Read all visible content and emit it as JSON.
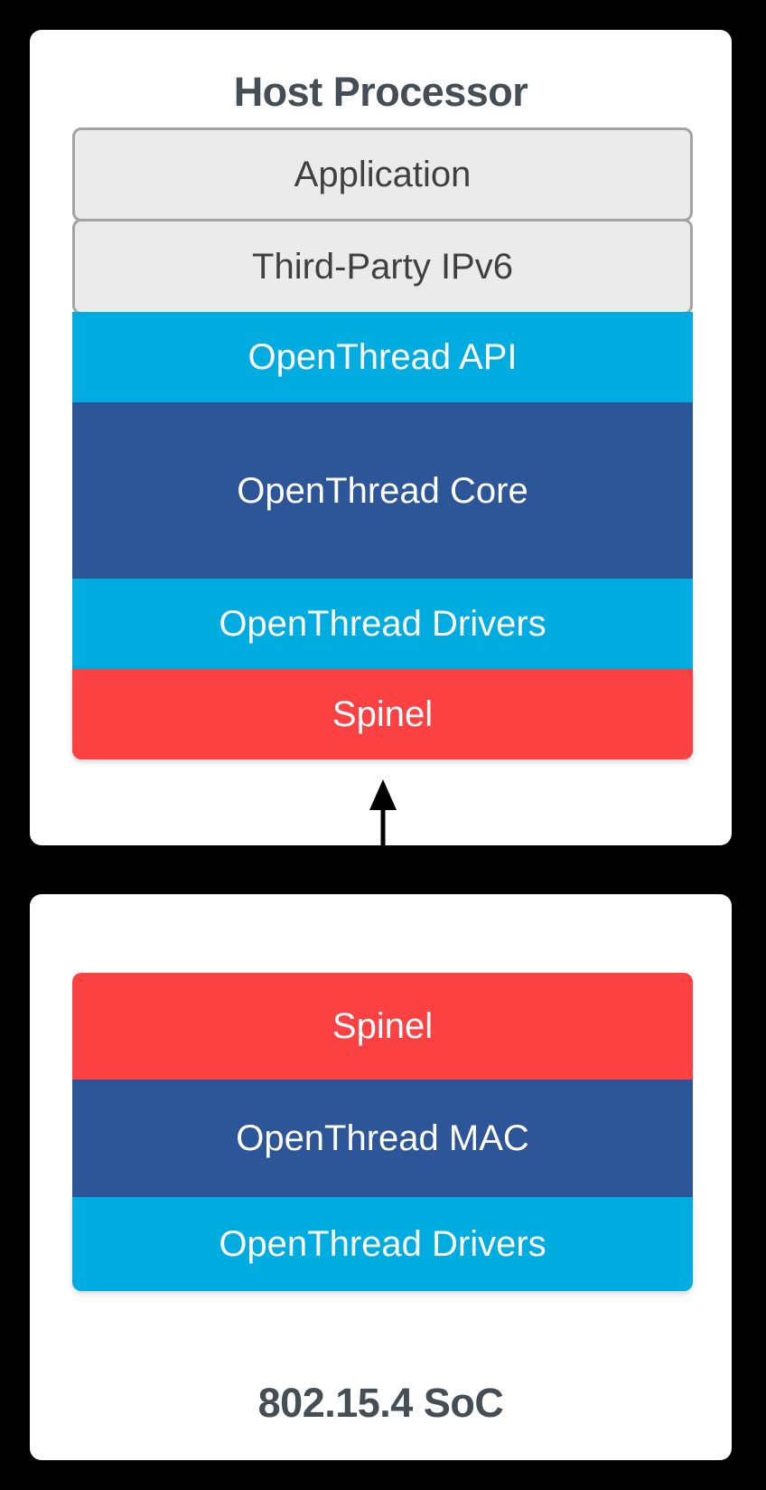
{
  "diagram": {
    "type": "layered-architecture-stack",
    "background_color": "#000000",
    "panels": [
      {
        "id": "host",
        "title": "Host Processor",
        "title_position": "top",
        "layers": [
          {
            "label": "Application",
            "style": "grey",
            "fill": "#ebebeb",
            "border": "#a3a3a3",
            "text_color": "#404040"
          },
          {
            "label": "Third-Party IPv6",
            "style": "grey",
            "fill": "#ebebeb",
            "border": "#a3a3a3",
            "text_color": "#404040"
          },
          {
            "label": "OpenThread API",
            "style": "cyan",
            "fill": "#00ace0",
            "text_color": "#ffffff"
          },
          {
            "label": "OpenThread Core",
            "style": "navy",
            "fill": "#2d5699",
            "text_color": "#ffffff"
          },
          {
            "label": "OpenThread Drivers",
            "style": "cyan",
            "fill": "#00ace0",
            "text_color": "#ffffff"
          },
          {
            "label": "Spinel",
            "style": "red",
            "fill": "#fb4141",
            "text_color": "#ffffff"
          }
        ]
      },
      {
        "id": "soc",
        "title": "802.15.4 SoC",
        "title_position": "bottom",
        "layers": [
          {
            "label": "Spinel",
            "style": "red",
            "fill": "#fb4141",
            "text_color": "#ffffff"
          },
          {
            "label": "OpenThread MAC",
            "style": "navy",
            "fill": "#2d5699",
            "text_color": "#ffffff"
          },
          {
            "label": "OpenThread Drivers",
            "style": "cyan",
            "fill": "#00ace0",
            "text_color": "#ffffff"
          }
        ]
      }
    ],
    "connector": {
      "name": "spinel-link",
      "kind": "double-headed-arrow",
      "color": "#000000",
      "from": "Spinel",
      "to": "Spinel"
    },
    "colors": {
      "panel_background": "#ffffff",
      "title_text": "#464e55",
      "cyan": "#00ace0",
      "navy": "#2d5699",
      "red": "#fb4141",
      "grey_fill": "#ebebeb",
      "grey_border": "#a3a3a3"
    }
  }
}
